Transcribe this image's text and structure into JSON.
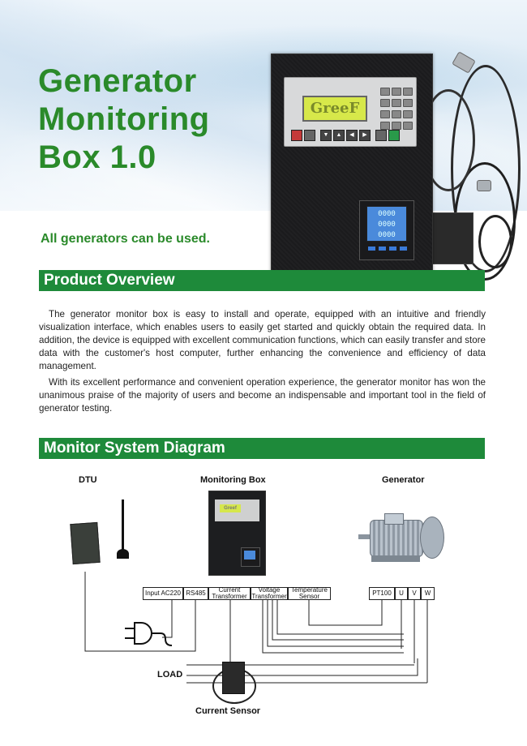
{
  "hero": {
    "title_lines": [
      "Generator",
      "Monitoring",
      "Box 1.0"
    ],
    "subtitle": "All generators can be used.",
    "device": {
      "lcd_brand": "GreeF",
      "meter_readings": [
        "0000",
        "0000",
        "0000"
      ]
    }
  },
  "overview": {
    "heading": "Product Overview",
    "paragraphs": [
      "The generator monitor box is easy to install and operate, equipped with an intuitive and friendly visualization interface, which enables users to easily get started and quickly obtain the required data. In addition, the device is equipped with excellent communication functions, which can easily transfer and store data with the customer's host computer, further enhancing the convenience and efficiency of data management.",
      "With its excellent performance and convenient operation experience, the generator monitor has won the unanimous praise of the majority of users and become an indispensable and important tool in the field of generator testing."
    ]
  },
  "diagram": {
    "heading": "Monitor System Diagram",
    "labels": {
      "dtu": "DTU",
      "monitoring_box": "Monitoring Box",
      "generator": "Generator",
      "load": "LOAD",
      "current_sensor": "Current Sensor",
      "mini_lcd": "Greef"
    },
    "box_terminals": [
      {
        "line1": "Input AC220",
        "line2": ""
      },
      {
        "line1": "RS485",
        "line2": ""
      },
      {
        "line1": "Current",
        "line2": "Transformer"
      },
      {
        "line1": "Voltage",
        "line2": "Transformer"
      },
      {
        "line1": "Temperature",
        "line2": "Sensor"
      }
    ],
    "generator_terminals": [
      "PT100",
      "U",
      "V",
      "W"
    ]
  }
}
